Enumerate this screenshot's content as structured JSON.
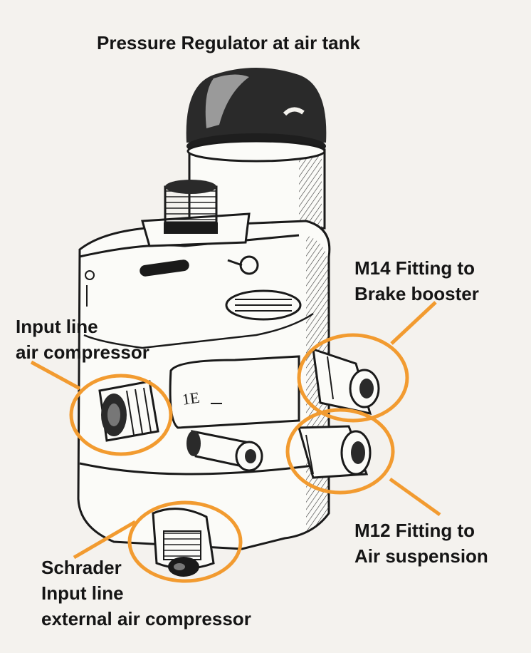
{
  "diagram": {
    "title": "Pressure Regulator at air tank",
    "callouts": {
      "m14": {
        "lines": [
          "M14 Fitting to",
          "Brake booster"
        ]
      },
      "input": {
        "lines": [
          "Input line",
          "air compressor"
        ]
      },
      "m12": {
        "lines": [
          "M12 Fitting to",
          "Air suspension"
        ]
      },
      "schrader": {
        "lines": [
          "Schrader",
          "Input line",
          "external air compressor"
        ]
      }
    },
    "part_marking": "1E",
    "colors": {
      "callout": "#f29b30",
      "ink": "#1a1a1a",
      "paper": "#f4f2ee"
    }
  }
}
